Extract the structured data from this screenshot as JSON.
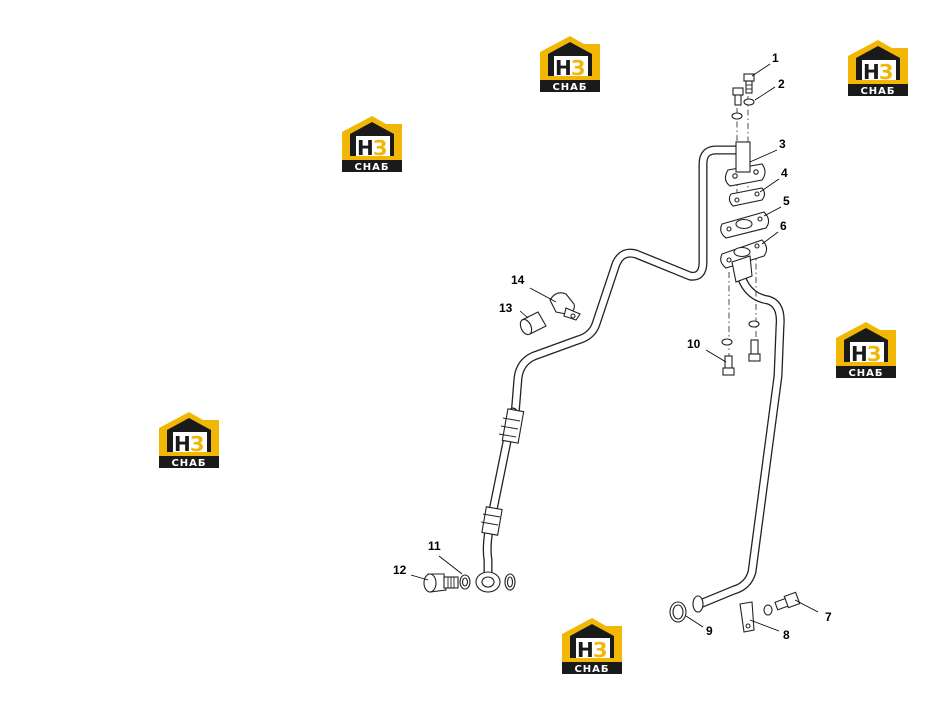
{
  "watermark": {
    "letters_main": "Н",
    "letters_accent": "З",
    "caption": "СНАБ",
    "colors": {
      "roof": "#f2b705",
      "dark": "#1a1a1a",
      "accent": "#f2b705"
    }
  },
  "callouts": [
    {
      "id": "1",
      "label": "1"
    },
    {
      "id": "2",
      "label": "2"
    },
    {
      "id": "3",
      "label": "3"
    },
    {
      "id": "4",
      "label": "4"
    },
    {
      "id": "5",
      "label": "5"
    },
    {
      "id": "6",
      "label": "6"
    },
    {
      "id": "7",
      "label": "7"
    },
    {
      "id": "8",
      "label": "8"
    },
    {
      "id": "9",
      "label": "9"
    },
    {
      "id": "10",
      "label": "10"
    },
    {
      "id": "11",
      "label": "11"
    },
    {
      "id": "12",
      "label": "12"
    },
    {
      "id": "13",
      "label": "13"
    },
    {
      "id": "14",
      "label": "14"
    }
  ]
}
